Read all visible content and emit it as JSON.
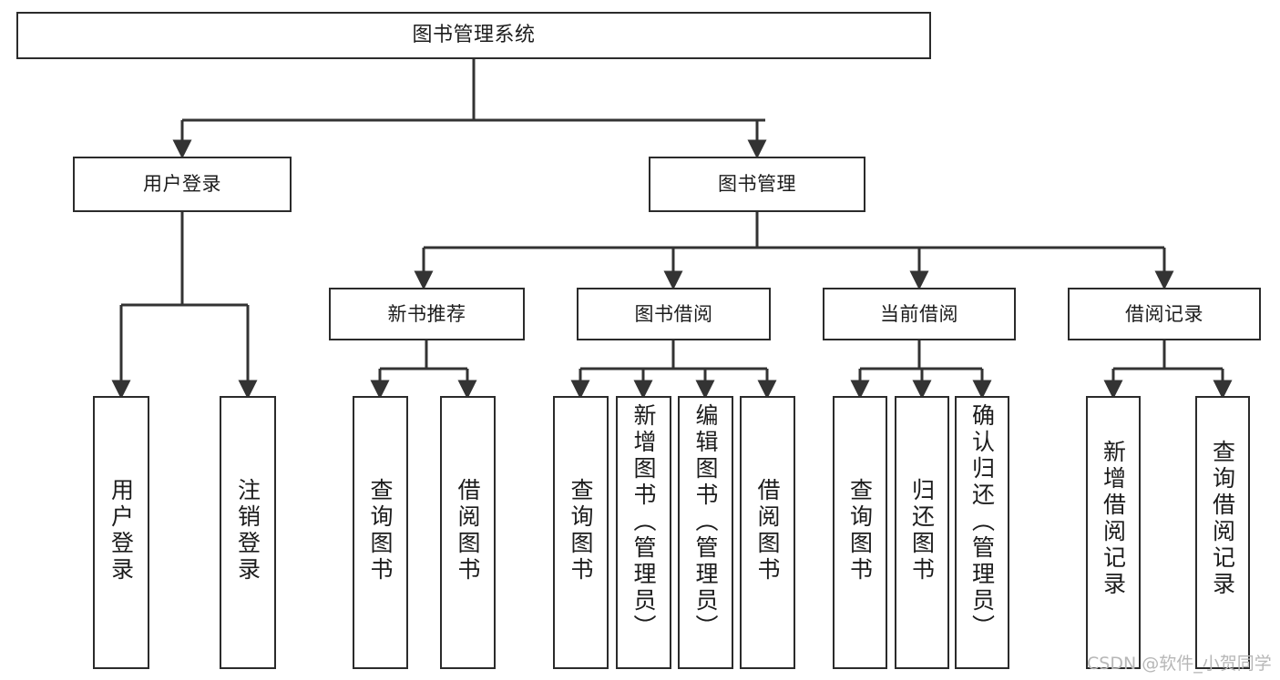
{
  "diagram": {
    "title": "图书管理系统",
    "type": "tree",
    "watermark": "CSDN @软件_小贺同学",
    "colors": {
      "border": "#2b2b2b",
      "background": "#ffffff",
      "text": "#1c1c1c",
      "edge": "#333333",
      "watermark": "#b7b7b7"
    },
    "nodes": {
      "root": {
        "label": "图书管理系统"
      },
      "level2": [
        {
          "id": "user-login",
          "label": "用户登录"
        },
        {
          "id": "book-manage",
          "label": "图书管理"
        }
      ],
      "level3": [
        {
          "id": "new-book-recommend",
          "label": "新书推荐"
        },
        {
          "id": "book-borrow",
          "label": "图书借阅"
        },
        {
          "id": "current-borrow",
          "label": "当前借阅"
        },
        {
          "id": "borrow-record",
          "label": "借阅记录"
        }
      ],
      "leaves": {
        "user-login": [
          {
            "id": "leaf-user-login",
            "label": "用户登录"
          },
          {
            "id": "leaf-user-logout",
            "label": "注销登录"
          }
        ],
        "new-book-recommend": [
          {
            "id": "leaf-query-book-1",
            "label": "查询图书"
          },
          {
            "id": "leaf-borrow-book-1",
            "label": "借阅图书"
          }
        ],
        "book-borrow": [
          {
            "id": "leaf-query-book-2",
            "label": "查询图书"
          },
          {
            "id": "leaf-add-book",
            "label": "新增图书（管理员）"
          },
          {
            "id": "leaf-edit-book",
            "label": "编辑图书（管理员）"
          },
          {
            "id": "leaf-borrow-book-2",
            "label": "借阅图书"
          }
        ],
        "current-borrow": [
          {
            "id": "leaf-query-book-3",
            "label": "查询图书"
          },
          {
            "id": "leaf-return-book",
            "label": "归还图书"
          },
          {
            "id": "leaf-confirm-return",
            "label": "确认归还（管理员）"
          }
        ],
        "borrow-record": [
          {
            "id": "leaf-add-record",
            "label": "新增借阅记录"
          },
          {
            "id": "leaf-query-record",
            "label": "查询借阅记录"
          }
        ]
      }
    }
  }
}
